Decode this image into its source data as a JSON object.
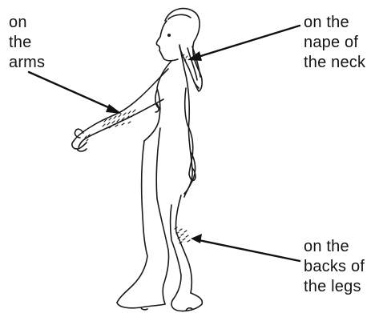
{
  "labels": {
    "arms": [
      "on",
      "the",
      "arms"
    ],
    "neck": [
      "on the",
      "nape of",
      "the neck"
    ],
    "legs": [
      "on the",
      "backs of",
      "the legs"
    ]
  },
  "colors": {
    "ink": "#141414",
    "background": "#ffffff"
  },
  "icons": {
    "figure": "standing-human-figure-side-view"
  }
}
